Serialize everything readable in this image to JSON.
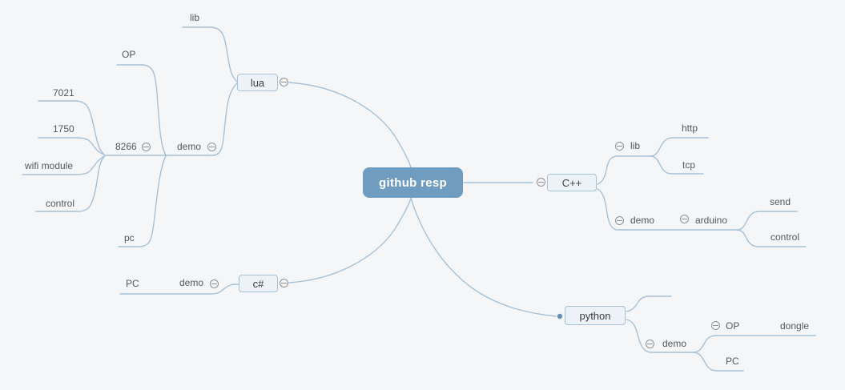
{
  "canvas": {
    "background": "#f5f6f7",
    "line_color": "#a6c1d8",
    "root_fill": "#6f9cbf",
    "root_text_color": "#ffffff",
    "branch_fill": "#edf2f8",
    "branch_border": "#a6c1d8",
    "label_color": "#55575a"
  },
  "icons": {
    "collapse": "circle-minus",
    "link_dot": "filled-dot"
  },
  "nodes": [
    {
      "id": "root",
      "label": "github resp",
      "parent": null,
      "expander": false
    },
    {
      "id": "lua",
      "label": "lua",
      "parent": "root",
      "expander": true
    },
    {
      "id": "lua-lib",
      "label": "lib",
      "parent": "lua",
      "expander": false
    },
    {
      "id": "lua-demo",
      "label": "demo",
      "parent": "lua",
      "expander": true
    },
    {
      "id": "demo-op",
      "label": "OP",
      "parent": "lua-demo",
      "expander": false
    },
    {
      "id": "n8266",
      "label": "8266",
      "parent": "lua-demo",
      "expander": true
    },
    {
      "id": "n7021",
      "label": "7021",
      "parent": "n8266",
      "expander": false
    },
    {
      "id": "n1750",
      "label": "1750",
      "parent": "n8266",
      "expander": false
    },
    {
      "id": "wifi-module",
      "label": "wifi module",
      "parent": "n8266",
      "expander": false
    },
    {
      "id": "n8266-control",
      "label": "control",
      "parent": "n8266",
      "expander": false
    },
    {
      "id": "lua-demo-pc",
      "label": "pc",
      "parent": "lua-demo",
      "expander": false
    },
    {
      "id": "csharp",
      "label": "c#",
      "parent": "root",
      "expander": true
    },
    {
      "id": "csharp-demo",
      "label": "demo",
      "parent": "csharp",
      "expander": true
    },
    {
      "id": "csharp-pc",
      "label": "PC",
      "parent": "csharp-demo",
      "expander": false
    },
    {
      "id": "cpp",
      "label": "C++",
      "parent": "root",
      "expander": true
    },
    {
      "id": "cpp-lib",
      "label": "lib",
      "parent": "cpp",
      "expander": true
    },
    {
      "id": "http",
      "label": "http",
      "parent": "cpp-lib",
      "expander": false
    },
    {
      "id": "tcp",
      "label": "tcp",
      "parent": "cpp-lib",
      "expander": false
    },
    {
      "id": "cpp-demo",
      "label": "demo",
      "parent": "cpp",
      "expander": true
    },
    {
      "id": "arduino",
      "label": "arduino",
      "parent": "cpp-demo",
      "expander": true
    },
    {
      "id": "send",
      "label": "send",
      "parent": "arduino",
      "expander": false
    },
    {
      "id": "arduino-control",
      "label": "control",
      "parent": "arduino",
      "expander": false
    },
    {
      "id": "python",
      "label": "python",
      "parent": "root",
      "expander": false
    },
    {
      "id": "python-unnamed",
      "label": "",
      "parent": "python",
      "expander": false
    },
    {
      "id": "python-demo",
      "label": "demo",
      "parent": "python",
      "expander": true
    },
    {
      "id": "python-op",
      "label": "OP",
      "parent": "python-demo",
      "expander": true
    },
    {
      "id": "dongle",
      "label": "dongle",
      "parent": "python-op",
      "expander": false
    },
    {
      "id": "python-pc",
      "label": "PC",
      "parent": "python-demo",
      "expander": false
    }
  ]
}
